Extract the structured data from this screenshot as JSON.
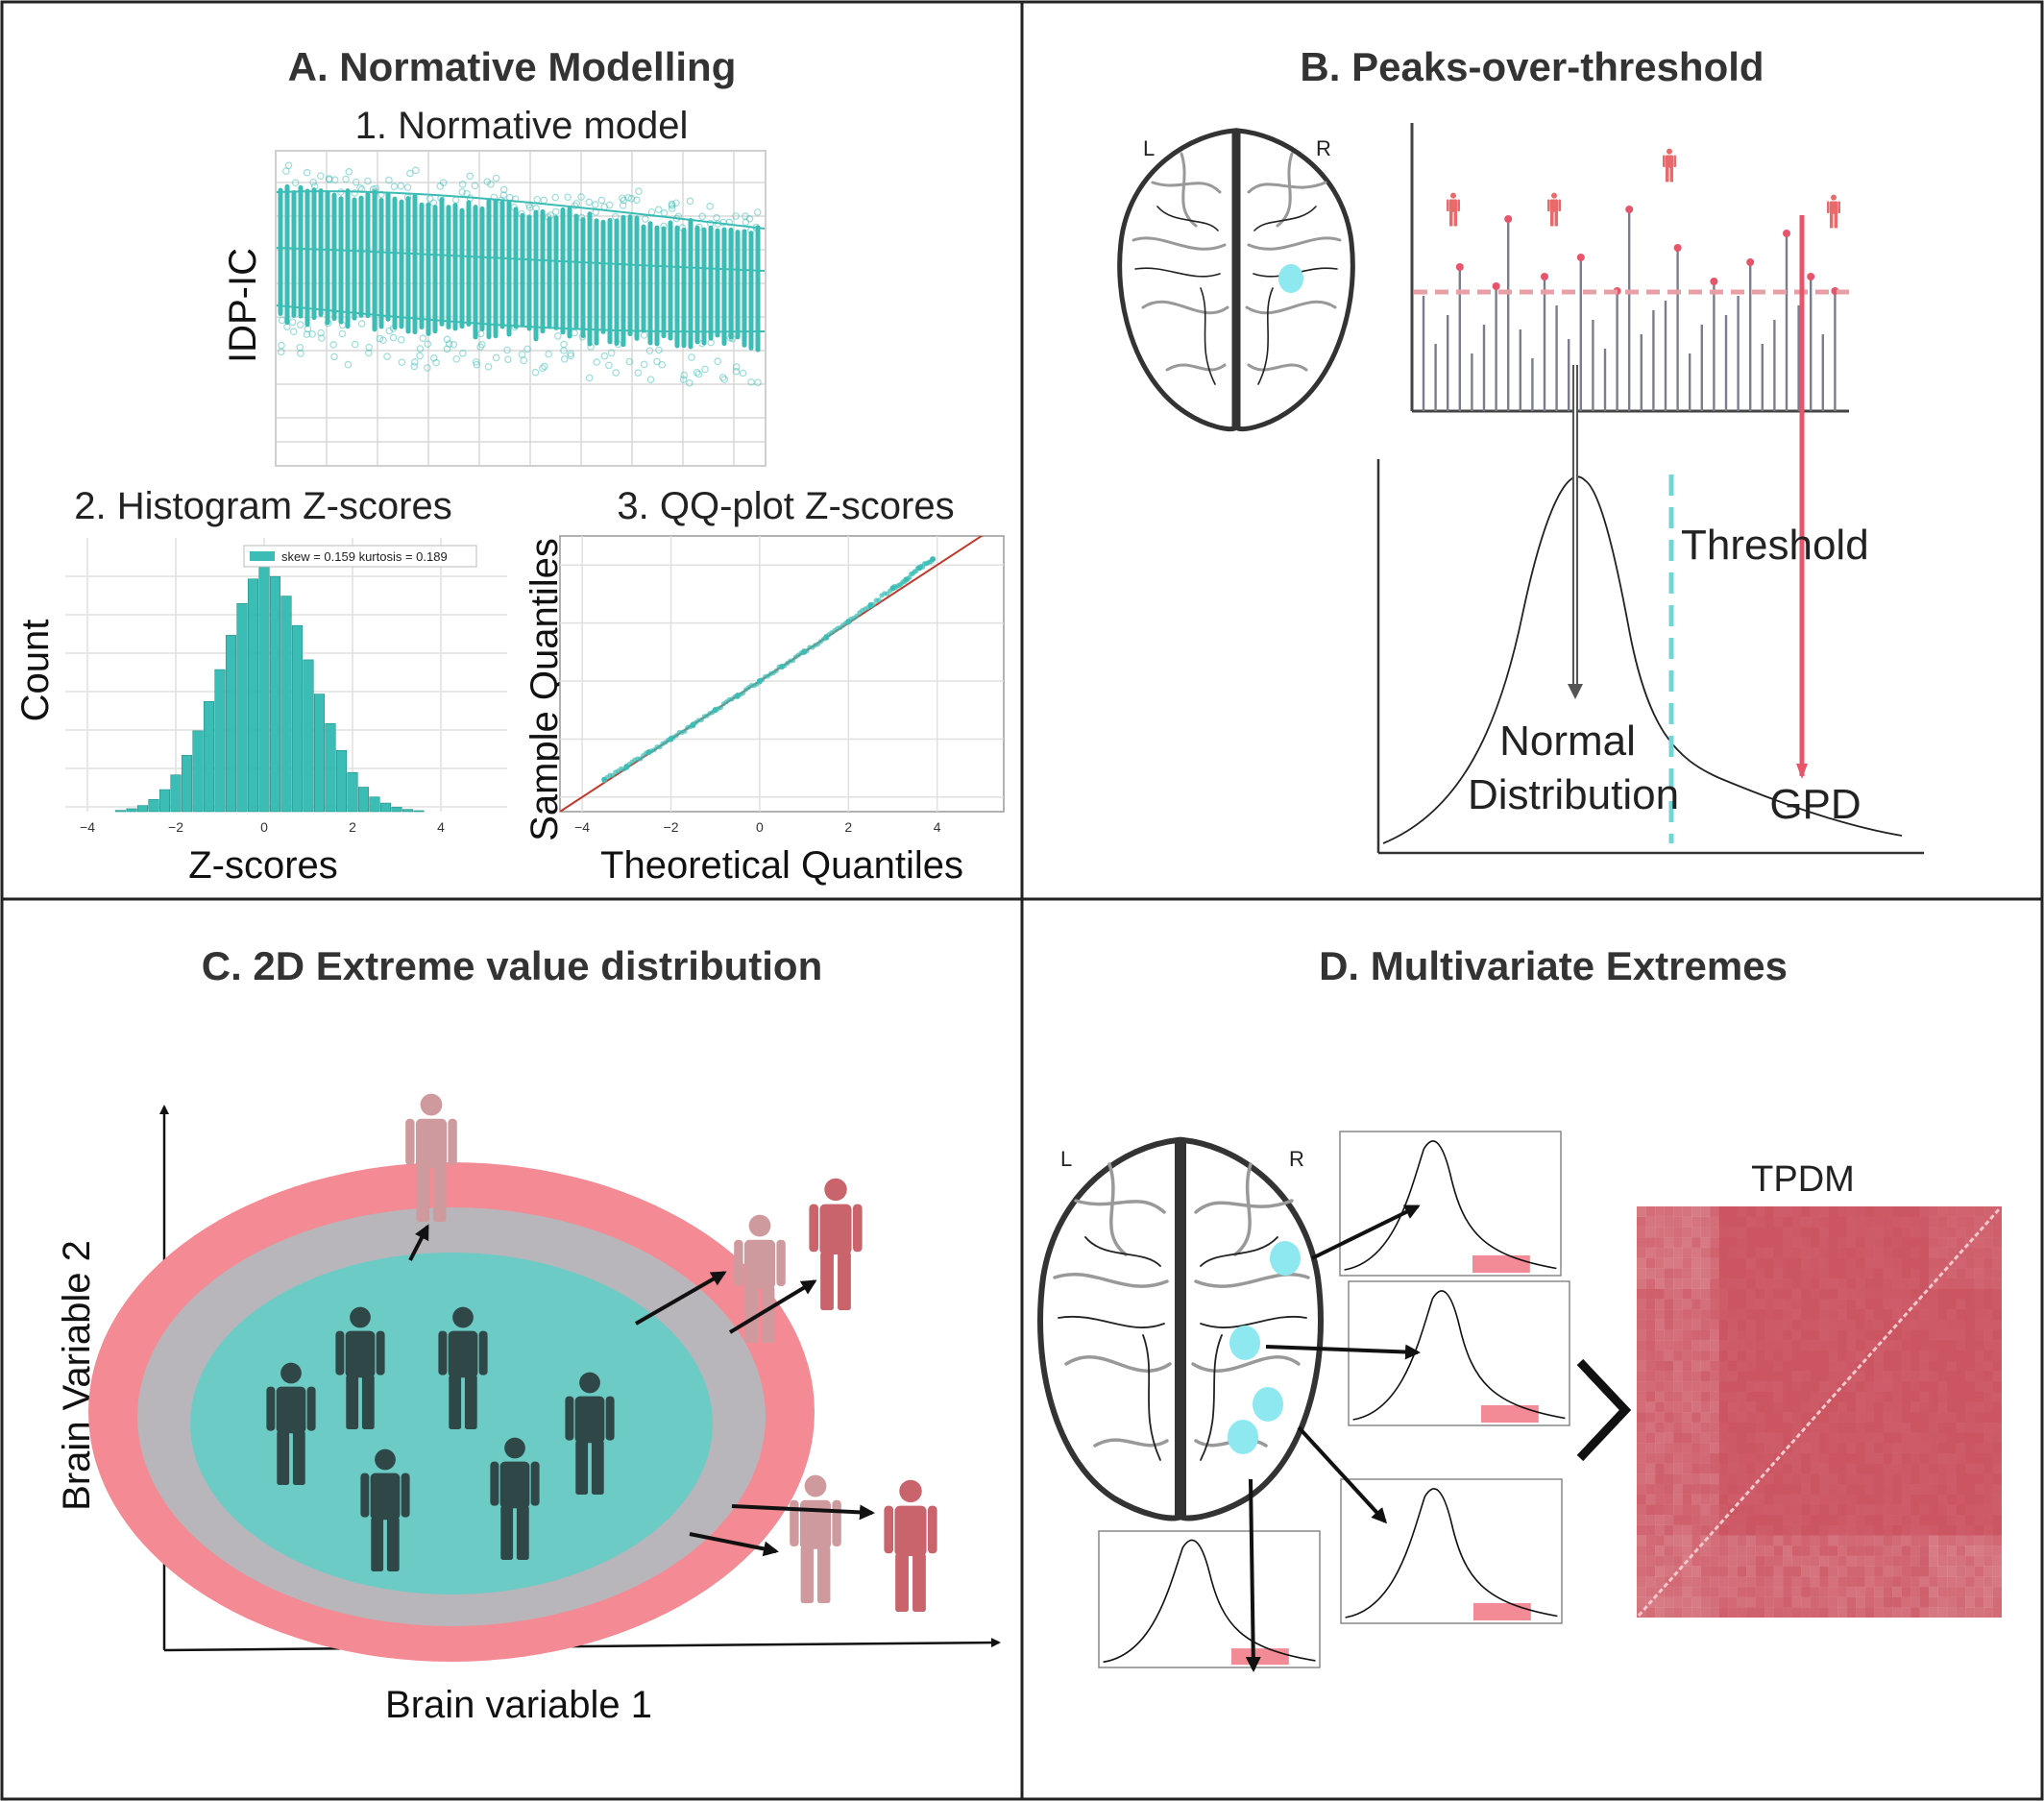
{
  "panel_a": {
    "title": "A. Normative Modelling",
    "model": {
      "subtitle": "1. Normative model",
      "ylabel": "IDP-IC"
    },
    "histogram": {
      "subtitle": "2. Histogram Z-scores",
      "ylabel": "Count",
      "xlabel": "Z-scores",
      "legend": "skew = 0.159 kurtosis = 0.189",
      "ticks": [
        "−4",
        "−2",
        "0",
        "2",
        "4"
      ]
    },
    "qq": {
      "subtitle": "3. QQ-plot Z-scores",
      "ylabel": "Sample Quantiles",
      "xlabel": "Theoretical Quantiles",
      "ticks": [
        "−4",
        "−2",
        "0",
        "2",
        "4"
      ]
    }
  },
  "panel_b": {
    "title": "B. Peaks-over-threshold",
    "left": "L",
    "right": "R",
    "threshold_label": "Threshold",
    "normal_label_1": "Normal",
    "normal_label_2": "Distribution",
    "gpd_label": "GPD"
  },
  "panel_c": {
    "title": "C. 2D Extreme value distribution",
    "xlabel": "Brain variable 1",
    "ylabel": "Brain Variable 2"
  },
  "panel_d": {
    "title": "D. Multivariate Extremes",
    "left": "L",
    "right": "R",
    "matrix_label": "TPDM"
  },
  "colors": {
    "teal": "#3bbdb5",
    "teal_fill": "#6dcbc5",
    "red": "#e8556a",
    "pink": "#f48a93",
    "gray": "#b8b6ba",
    "dark_person": "#2f4747",
    "light_red_person": "#cf9a9d",
    "red_person": "#c9646c",
    "matrix": "#cc5562",
    "node": "#8ee8f0"
  },
  "chart_data": [
    {
      "type": "bar",
      "panel": "A2",
      "x": [
        -3.25,
        -3,
        -2.75,
        -2.5,
        -2.25,
        -2,
        -1.75,
        -1.5,
        -1.25,
        -1,
        -0.75,
        -0.5,
        -0.25,
        0,
        0.25,
        0.5,
        0.75,
        1,
        1.25,
        1.5,
        1.75,
        2,
        2.25,
        2.5,
        2.75,
        3,
        3.25,
        3.5
      ],
      "values": [
        0.005,
        0.012,
        0.025,
        0.05,
        0.09,
        0.15,
        0.23,
        0.33,
        0.45,
        0.58,
        0.72,
        0.85,
        0.95,
        1.0,
        0.96,
        0.88,
        0.76,
        0.62,
        0.48,
        0.36,
        0.25,
        0.16,
        0.1,
        0.06,
        0.035,
        0.018,
        0.009,
        0.004
      ],
      "xlim": [
        -4.5,
        5.5
      ],
      "xlabel": "Z-scores",
      "ylabel": "Count",
      "legend": "skew = 0.159 kurtosis = 0.189"
    },
    {
      "type": "scatter",
      "panel": "A3",
      "x": [
        -3.5,
        -3,
        -2.5,
        -2,
        -1.5,
        -1,
        -0.5,
        0,
        0.5,
        1,
        1.5,
        2,
        2.5,
        3,
        3.3,
        3.6,
        3.9
      ],
      "y": [
        -3.4,
        -2.95,
        -2.45,
        -2.0,
        -1.5,
        -1.0,
        -0.5,
        0,
        0.5,
        1.0,
        1.5,
        2.05,
        2.6,
        3.2,
        3.5,
        3.9,
        4.2
      ],
      "xlim": [
        -4.5,
        5.5
      ],
      "ylim": [
        -4.5,
        5
      ],
      "xlabel": "Theoretical Quantiles",
      "ylabel": "Sample Quantiles"
    }
  ]
}
